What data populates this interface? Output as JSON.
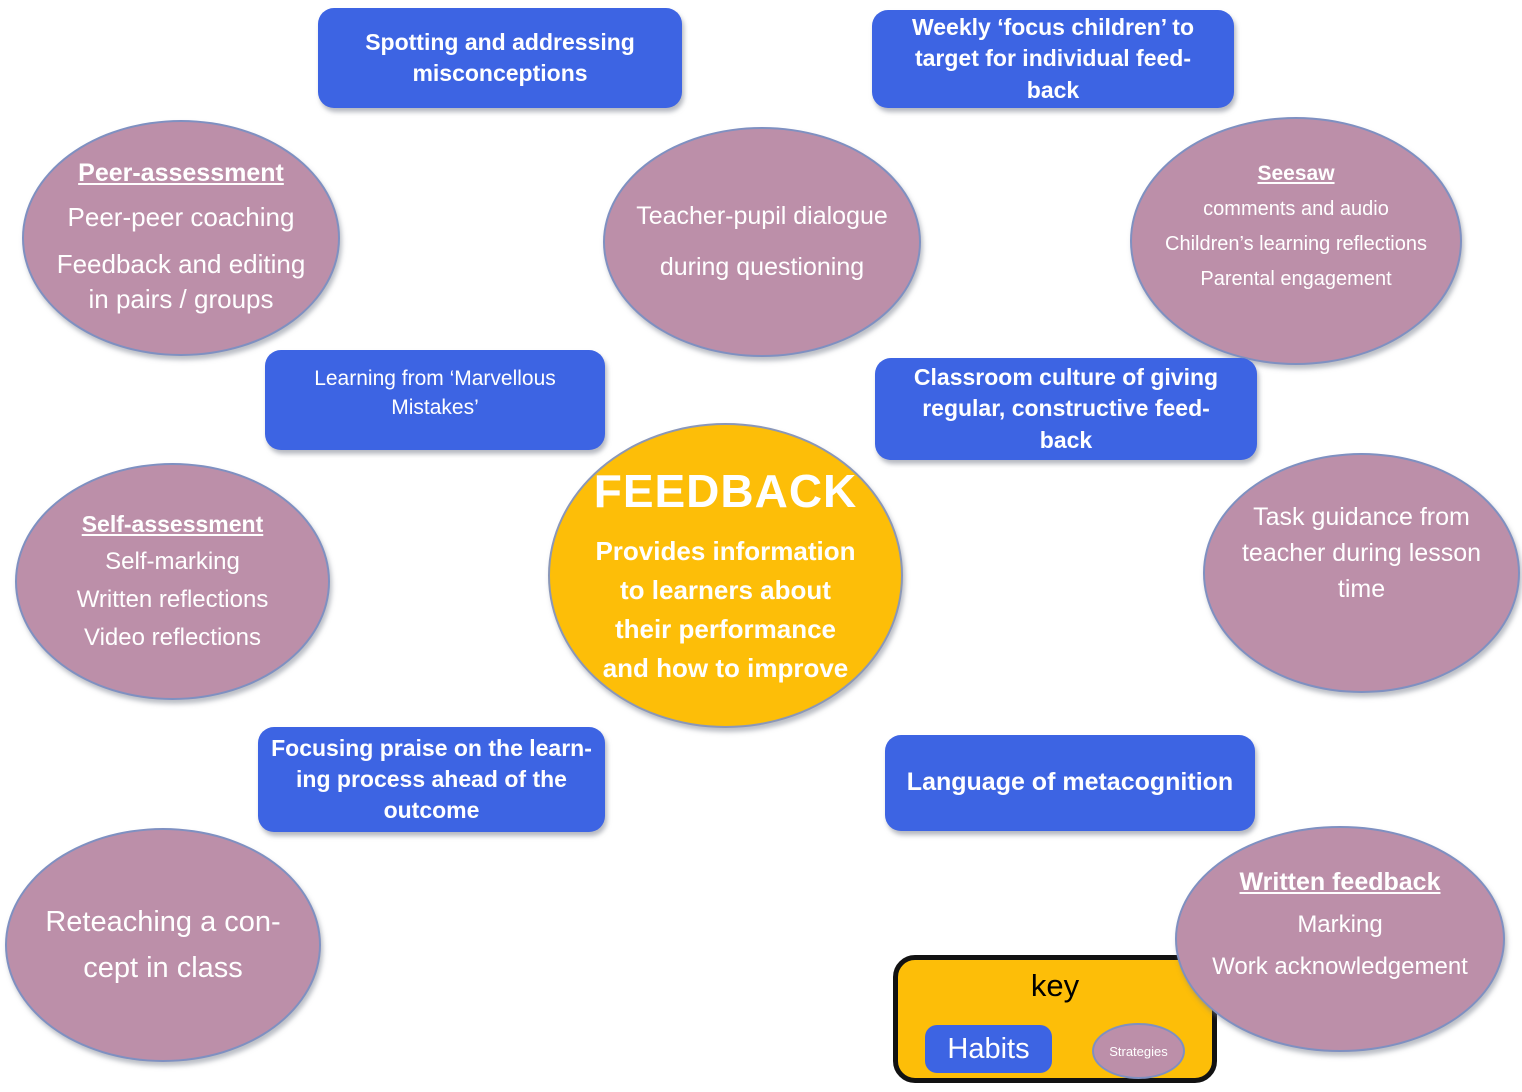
{
  "center": {
    "title": "FEEDBACK",
    "body": "Provides information\nto learners about\ntheir performance\nand how to improve"
  },
  "habits": [
    {
      "name": "spotting-misconceptions",
      "text": "Spotting and addressing\nmisconceptions"
    },
    {
      "name": "weekly-focus-children",
      "text": "Weekly ‘focus children’ to\ntarget for individual feed-\nback"
    },
    {
      "name": "marvellous-mistakes",
      "text": "Learning from ‘Marvellous\nMistakes’"
    },
    {
      "name": "classroom-culture",
      "text": "Classroom culture of giving\nregular, constructive feed-\nback"
    },
    {
      "name": "focusing-praise",
      "text": "Focusing praise on the learn-\ning process ahead of the\noutcome"
    },
    {
      "name": "language-of-metacognition",
      "text": "Language of metacognition"
    }
  ],
  "strategies": [
    {
      "name": "peer-assessment",
      "heading": "Peer-assessment",
      "lines": [
        "Peer-peer coaching",
        "Feedback and editing\nin pairs / groups"
      ]
    },
    {
      "name": "teacher-pupil-dialogue",
      "lines": [
        "Teacher-pupil dialogue",
        "during questioning"
      ]
    },
    {
      "name": "seesaw",
      "heading": "Seesaw",
      "lines": [
        "comments and audio",
        "Children’s learning reflections",
        "Parental engagement"
      ]
    },
    {
      "name": "self-assessment",
      "heading": "Self-assessment",
      "lines": [
        "Self-marking",
        "Written reflections",
        "Video reflections"
      ]
    },
    {
      "name": "task-guidance",
      "lines": [
        "Task guidance from\nteacher during lesson\ntime"
      ]
    },
    {
      "name": "reteaching-concept",
      "lines": [
        "Reteaching a con-\ncept in class"
      ]
    },
    {
      "name": "written-feedback",
      "heading": "Written feedback",
      "lines": [
        "Marking",
        "Work acknowledgement"
      ]
    }
  ],
  "key": {
    "title": "key",
    "habits_label": "Habits",
    "strategies_label": "Strategies"
  },
  "colors": {
    "habit_blue": "#3D64E3",
    "strategy_pink": "#BC8FA9",
    "accent_orange": "#FDBE08",
    "ellipse_border": "#7F90C1"
  }
}
